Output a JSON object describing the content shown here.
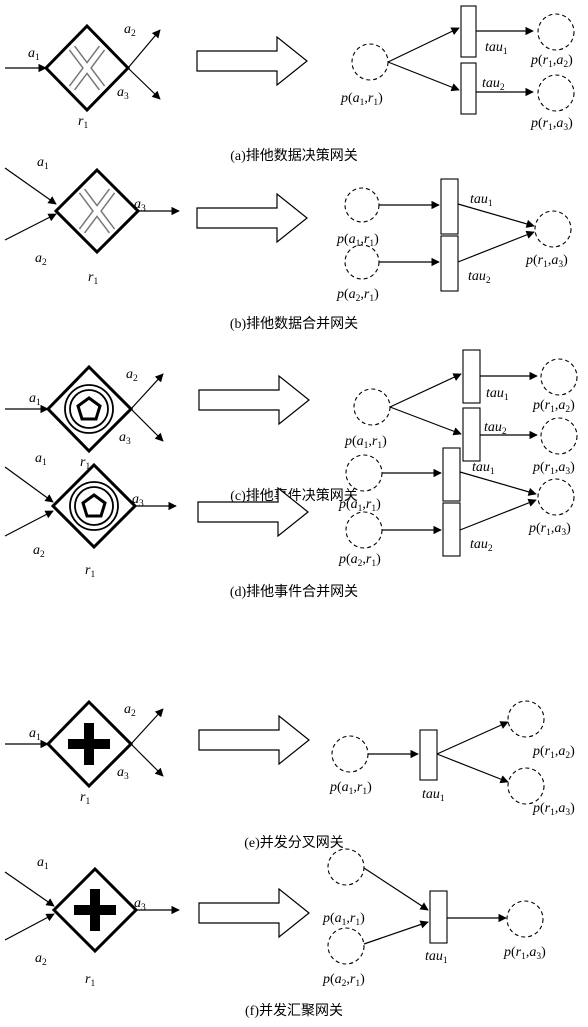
{
  "captions": [
    "(a)排他数据决策网关",
    "(b)排他数据合并网关",
    "(c)排他事件决策网关",
    "(d)排他事件合并网关",
    "(e)并发分叉网关",
    "(f)并发汇聚网关"
  ],
  "labels": {
    "a": {
      "base": "a",
      "s1": "1",
      "s2": "2",
      "s3": "3"
    },
    "r": {
      "base": "r",
      "s1": "1"
    },
    "tau": {
      "base": "tau",
      "s1": "1",
      "s2": "2"
    },
    "p": "p",
    "comma": ","
  }
}
